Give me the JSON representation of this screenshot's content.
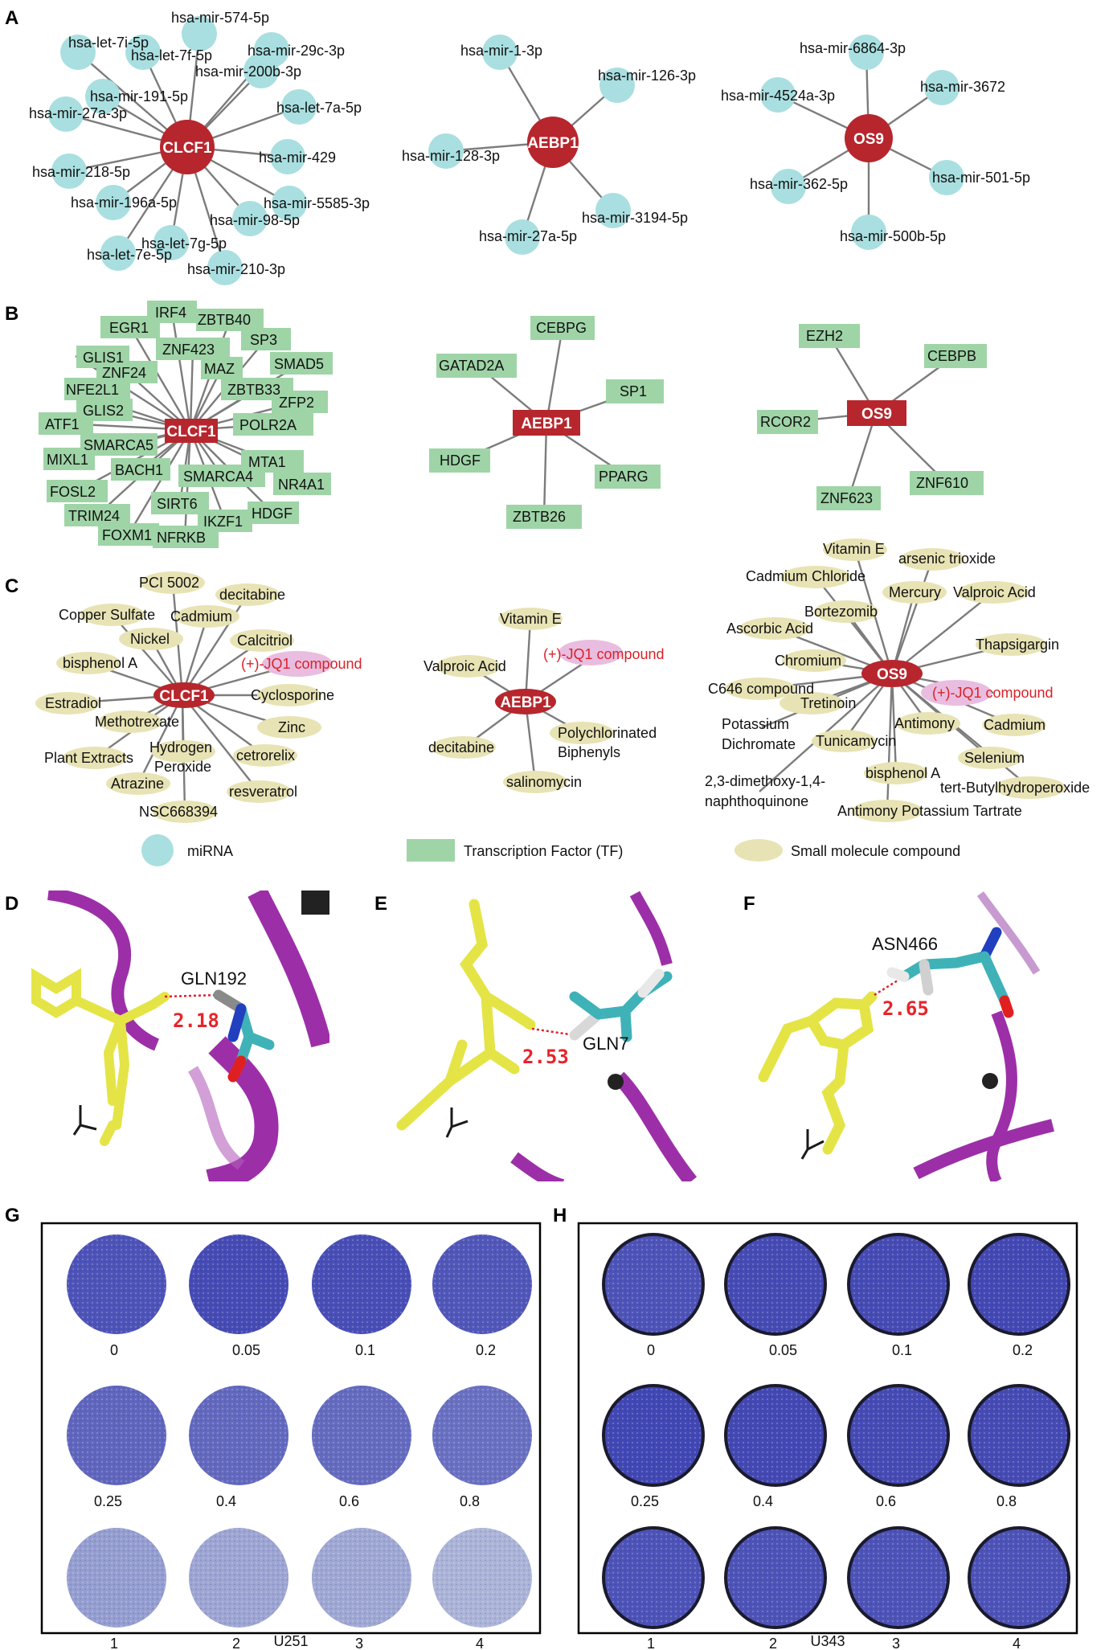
{
  "panels": {
    "a": "A",
    "b": "B",
    "c": "C",
    "d": "D",
    "e": "E",
    "f": "F",
    "g": "G",
    "h": "H"
  },
  "colors": {
    "hub": "#b7262d",
    "mirna": "#a9dfe0",
    "tf": "#9fd4a7",
    "compound": "#e8e3b4",
    "highlight": "#e9bde0",
    "highlight_text": "#d8232a",
    "edge": "#7c7c7c"
  },
  "network_a": {
    "clcf1": {
      "hub": "CLCF1",
      "nodes": [
        "hsa-let-7i-5p",
        "hsa-let-7f-5p",
        "hsa-mir-574-5p",
        "hsa-mir-29c-3p",
        "hsa-mir-200b-3p",
        "hsa-mir-191-5p",
        "hsa-mir-27a-3p",
        "hsa-let-7a-5p",
        "hsa-mir-429",
        "hsa-mir-218-5p",
        "hsa-mir-196a-5p",
        "hsa-mir-5585-3p",
        "hsa-mir-98-5p",
        "hsa-let-7g-5p",
        "hsa-let-7e-5p",
        "hsa-mir-210-3p"
      ]
    },
    "aebp1": {
      "hub": "AEBP1",
      "nodes": [
        "hsa-mir-1-3p",
        "hsa-mir-126-3p",
        "hsa-mir-128-3p",
        "hsa-mir-3194-5p",
        "hsa-mir-27a-5p"
      ]
    },
    "os9": {
      "hub": "OS9",
      "nodes": [
        "hsa-mir-6864-3p",
        "hsa-mir-4524a-3p",
        "hsa-mir-3672",
        "hsa-mir-501-5p",
        "hsa-mir-362-5p",
        "hsa-mir-500b-5p"
      ]
    }
  },
  "network_b": {
    "clcf1": {
      "hub": "CLCF1",
      "nodes": [
        "IRF4",
        "ZBTB40",
        "EGR1",
        "SP3",
        "ZNF423",
        "GLIS1",
        "MAZ",
        "SMAD5",
        "ZNF24",
        "NFE2L1",
        "ZBTB33",
        "GLIS2",
        "ZFP2",
        "ATF1",
        "POLR2A",
        "SMARCA5",
        "MIXL1",
        "MTA1",
        "BACH1",
        "NR4A1",
        "SMARCA4",
        "FOSL2",
        "SIRT6",
        "HDGF",
        "TRIM24",
        "IKZF1",
        "FOXM1",
        "NFRKB"
      ]
    },
    "aebp1": {
      "hub": "AEBP1",
      "nodes": [
        "CEBPG",
        "GATAD2A",
        "SP1",
        "HDGF",
        "PPARG",
        "ZBTB26"
      ]
    },
    "os9": {
      "hub": "OS9",
      "nodes": [
        "EZH2",
        "CEBPB",
        "RCOR2",
        "ZNF623",
        "ZNF610"
      ]
    }
  },
  "network_c": {
    "clcf1": {
      "hub": "CLCF1",
      "nodes": [
        "PCI 5002",
        "decitabine",
        "Copper Sulfate",
        "Cadmium",
        "Nickel",
        "Calcitriol",
        "bisphenol A",
        "(+)-JQ1 compound",
        "Estradiol",
        "Cyclosporine",
        "Methotrexate",
        "Zinc",
        "Plant Extracts",
        "Hydrogen",
        "Peroxide",
        "cetrorelix",
        "Atrazine",
        "resveratrol",
        "NSC668394"
      ]
    },
    "aebp1": {
      "hub": "AEBP1",
      "nodes": [
        "Vitamin E",
        "(+)-JQ1 compound",
        "Valproic Acid",
        "Polychlorinated",
        "Biphenyls",
        "decitabine",
        "salinomycin"
      ]
    },
    "os9": {
      "hub": "OS9",
      "nodes": [
        "Vitamin E",
        "arsenic trioxide",
        "Cadmium Chloride",
        "Mercury",
        "Valproic Acid",
        "Bortezomib",
        "Ascorbic Acid",
        "Thapsigargin",
        "Chromium",
        "C646 compound",
        "(+)-JQ1 compound",
        "Tretinoin",
        "Potassium",
        "Dichromate",
        "Antimony",
        "Cadmium",
        "Tunicamycin",
        "Selenium",
        "bisphenol A",
        "tert-Butylhydroperoxide",
        "2,3-dimethoxy-1,4-",
        "naphthoquinone",
        "Antimony Potassium Tartrate"
      ]
    }
  },
  "legend": {
    "mirna": "miRNA",
    "tf": "Transcription Factor (TF)",
    "compound": "Small molecule compound"
  },
  "docking": {
    "d": {
      "residue": "GLN192",
      "distance": "2.18"
    },
    "e": {
      "residue": "GLN7",
      "distance": "2.53"
    },
    "f": {
      "residue": "ASN466",
      "distance": "2.65"
    }
  },
  "plates": {
    "g": {
      "cell_line": "U251",
      "doses": [
        "0",
        "0.05",
        "0.1",
        "0.2",
        "0.25",
        "0.4",
        "0.6",
        "0.8",
        "1",
        "2",
        "3",
        "4"
      ],
      "stain_density": [
        0.85,
        0.9,
        0.88,
        0.82,
        0.72,
        0.7,
        0.68,
        0.65,
        0.35,
        0.3,
        0.28,
        0.2
      ]
    },
    "h": {
      "cell_line": "U343",
      "doses": [
        "0",
        "0.05",
        "0.1",
        "0.2",
        "0.25",
        "0.4",
        "0.6",
        "0.8",
        "1",
        "2",
        "3",
        "4"
      ],
      "stain_density": [
        0.85,
        0.9,
        0.9,
        0.92,
        0.93,
        0.92,
        0.9,
        0.9,
        0.85,
        0.85,
        0.85,
        0.85
      ]
    }
  }
}
